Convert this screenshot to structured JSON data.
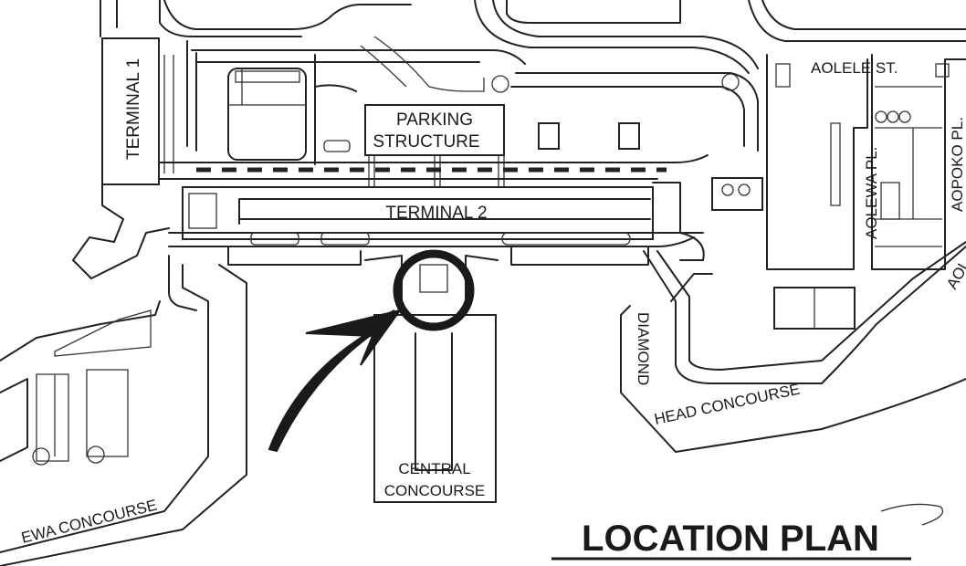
{
  "map": {
    "title": "LOCATION PLAN",
    "labels": {
      "terminal_1": "TERMINAL 1",
      "terminal_2": "TERMINAL 2",
      "parking_line1": "PARKING",
      "parking_line2": "STRUCTURE",
      "central_line1": "CENTRAL",
      "central_line2": "CONCOURSE",
      "ewa_concourse": "EWA CONCOURSE",
      "dh_diamond": "DIAMOND",
      "dh_head_concourse": "HEAD CONCOURSE",
      "aolele_st": "AOLELE ST.",
      "aolewa_pl": "AOLEWA PL.",
      "aopoko_pl": "AOPOKO PL.",
      "aol_partial": "AOL"
    },
    "colors": {
      "line": "#222222",
      "paper": "#ffffff"
    }
  }
}
